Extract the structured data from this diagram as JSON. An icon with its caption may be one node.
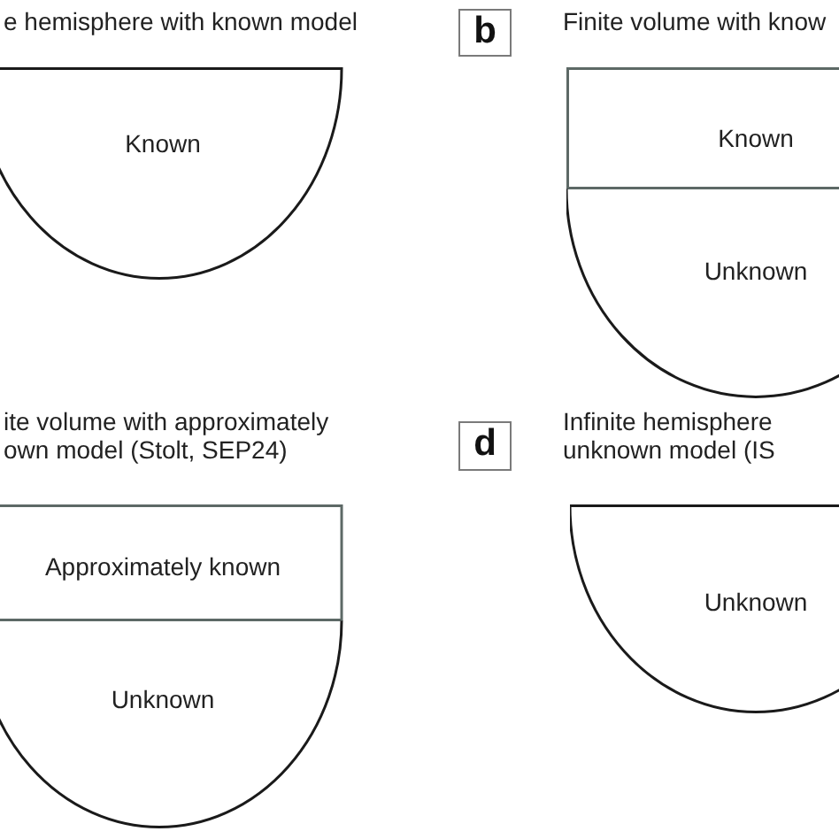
{
  "diagram": {
    "nodes": [
      {
        "text": [
          "b"
        ]
      },
      {
        "text": [
          "Known"
        ]
      },
      {
        "text": [
          "Known"
        ]
      },
      {
        "text": [
          "Unknown"
        ]
      },
      {
        "text": [
          "d"
        ]
      },
      {
        "text": [
          "Approximately known"
        ]
      },
      {
        "text": [
          "Unknown"
        ]
      },
      {
        "text": [
          "Unknown"
        ]
      }
    ],
    "labels": [
      "e hemisphere with known model",
      "Finite volume with know",
      "ite volume with approximately own model (Stolt, SEP24)",
      "Infinite hemisphere unknown model (IS"
    ]
  }
}
